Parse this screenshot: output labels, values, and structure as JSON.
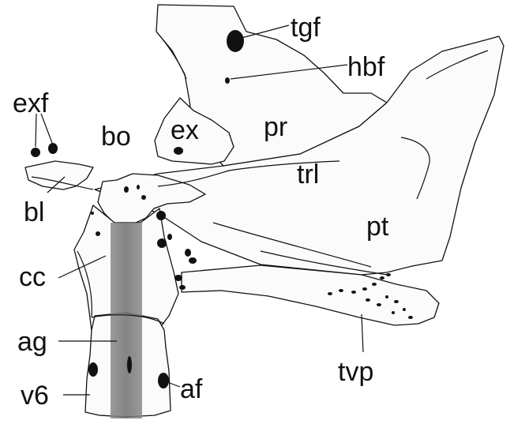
{
  "labels": {
    "tgf": "tgf",
    "hbf": "hbf",
    "exf": "exf",
    "bo": "bo",
    "ex": "ex",
    "pr": "pr",
    "trl": "trl",
    "bl": "bl",
    "pt": "pt",
    "cc": "cc",
    "ag": "ag",
    "tvp": "tvp",
    "v6": "v6",
    "af": "af"
  },
  "colors": {
    "ink": "#111111",
    "paper": "#fbfbfb",
    "stipple": "#7d7d7d"
  }
}
